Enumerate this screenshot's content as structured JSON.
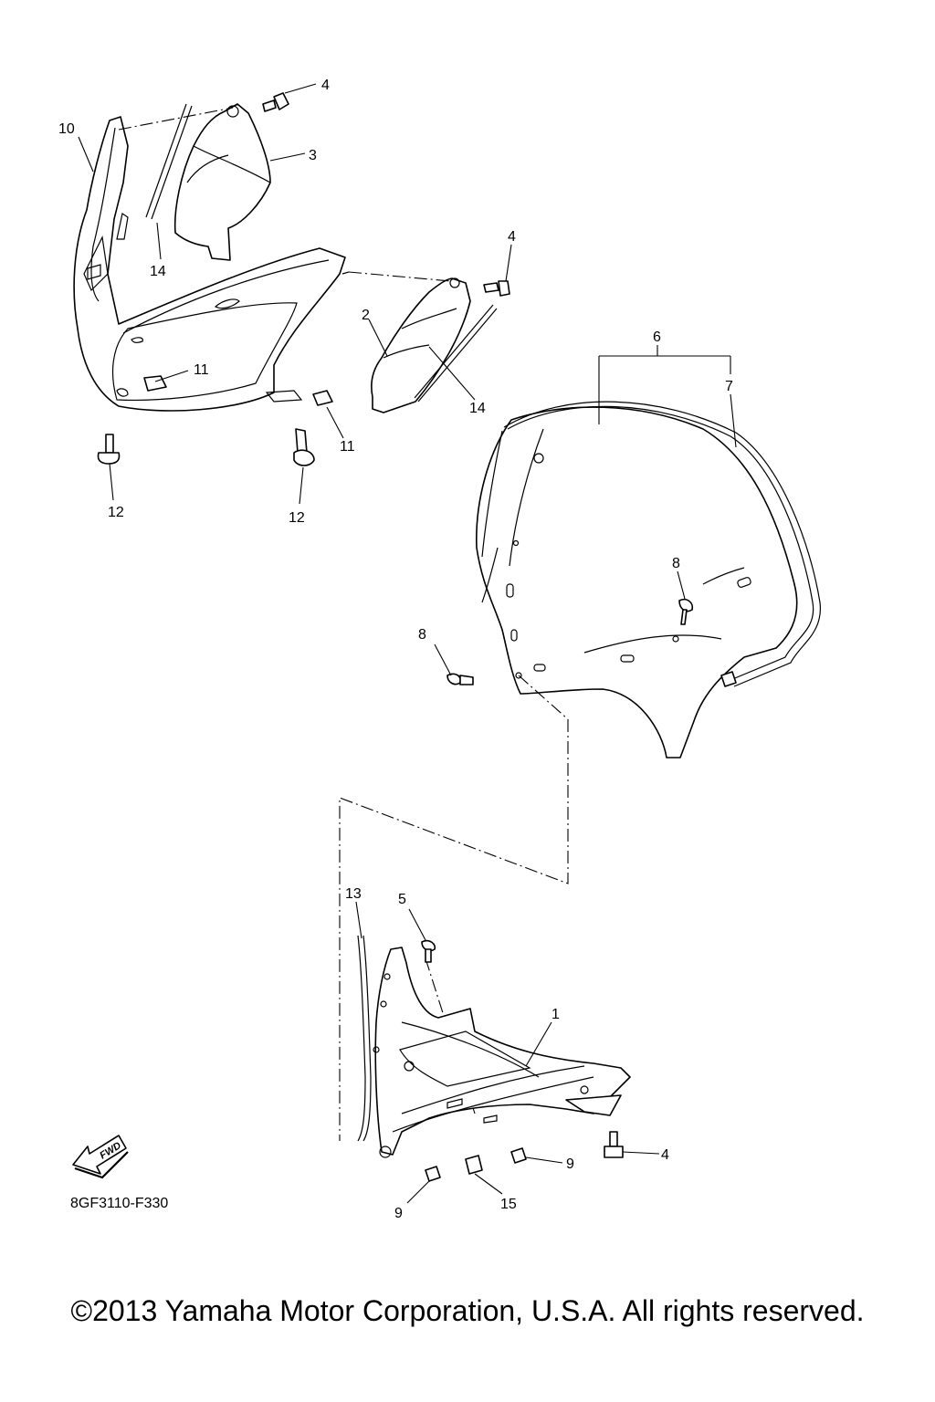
{
  "diagram": {
    "code": "8GF3110-F330",
    "fwd_label": "FWD",
    "copyright": "©2013 Yamaha Motor Corporation, U.S.A. All rights reserved.",
    "callouts": {
      "c1": "1",
      "c2": "2",
      "c3": "3",
      "c4a": "4",
      "c4b": "4",
      "c4c": "4",
      "c5": "5",
      "c6": "6",
      "c7": "7",
      "c8a": "8",
      "c8b": "8",
      "c9a": "9",
      "c9b": "9",
      "c10": "10",
      "c11a": "11",
      "c11b": "11",
      "c12a": "12",
      "c12b": "12",
      "c13": "13",
      "c14a": "14",
      "c14b": "14",
      "c15": "15"
    }
  }
}
